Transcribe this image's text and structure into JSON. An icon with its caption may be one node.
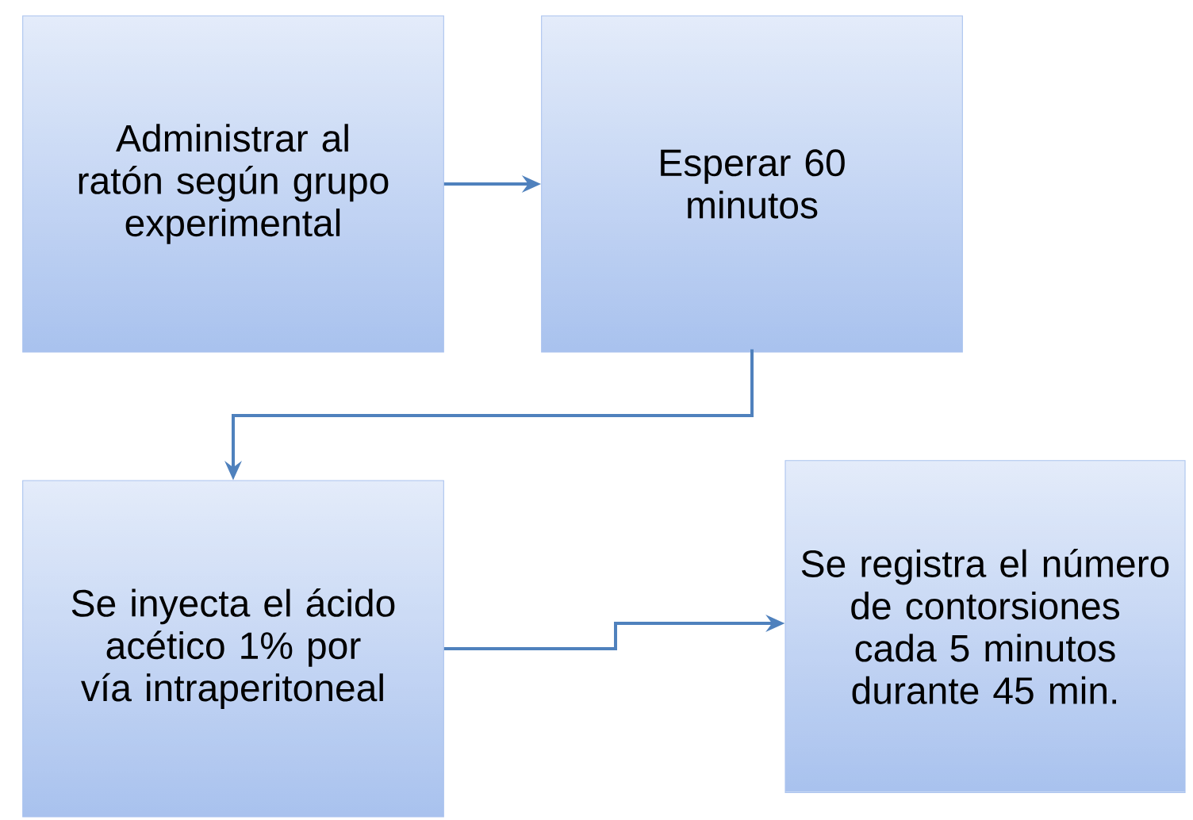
{
  "diagram": {
    "nodes": [
      {
        "text": [
          "Administrar al ratón según grupo experimental"
        ]
      },
      {
        "text": [
          "Esperar 60 minutos"
        ]
      },
      {
        "text": [
          "Se inyecta el ácido acético 1% por vía intraperitoneal"
        ]
      },
      {
        "text": [
          "Se registra el número de contorsiones cada 5 minutos durante 45 min."
        ]
      }
    ],
    "edges": [
      {
        "from": 0,
        "to": 1,
        "arrow": "to"
      },
      {
        "from": 1,
        "to": 2,
        "arrow": "to"
      },
      {
        "from": 2,
        "to": 3,
        "arrow": "to"
      }
    ]
  }
}
